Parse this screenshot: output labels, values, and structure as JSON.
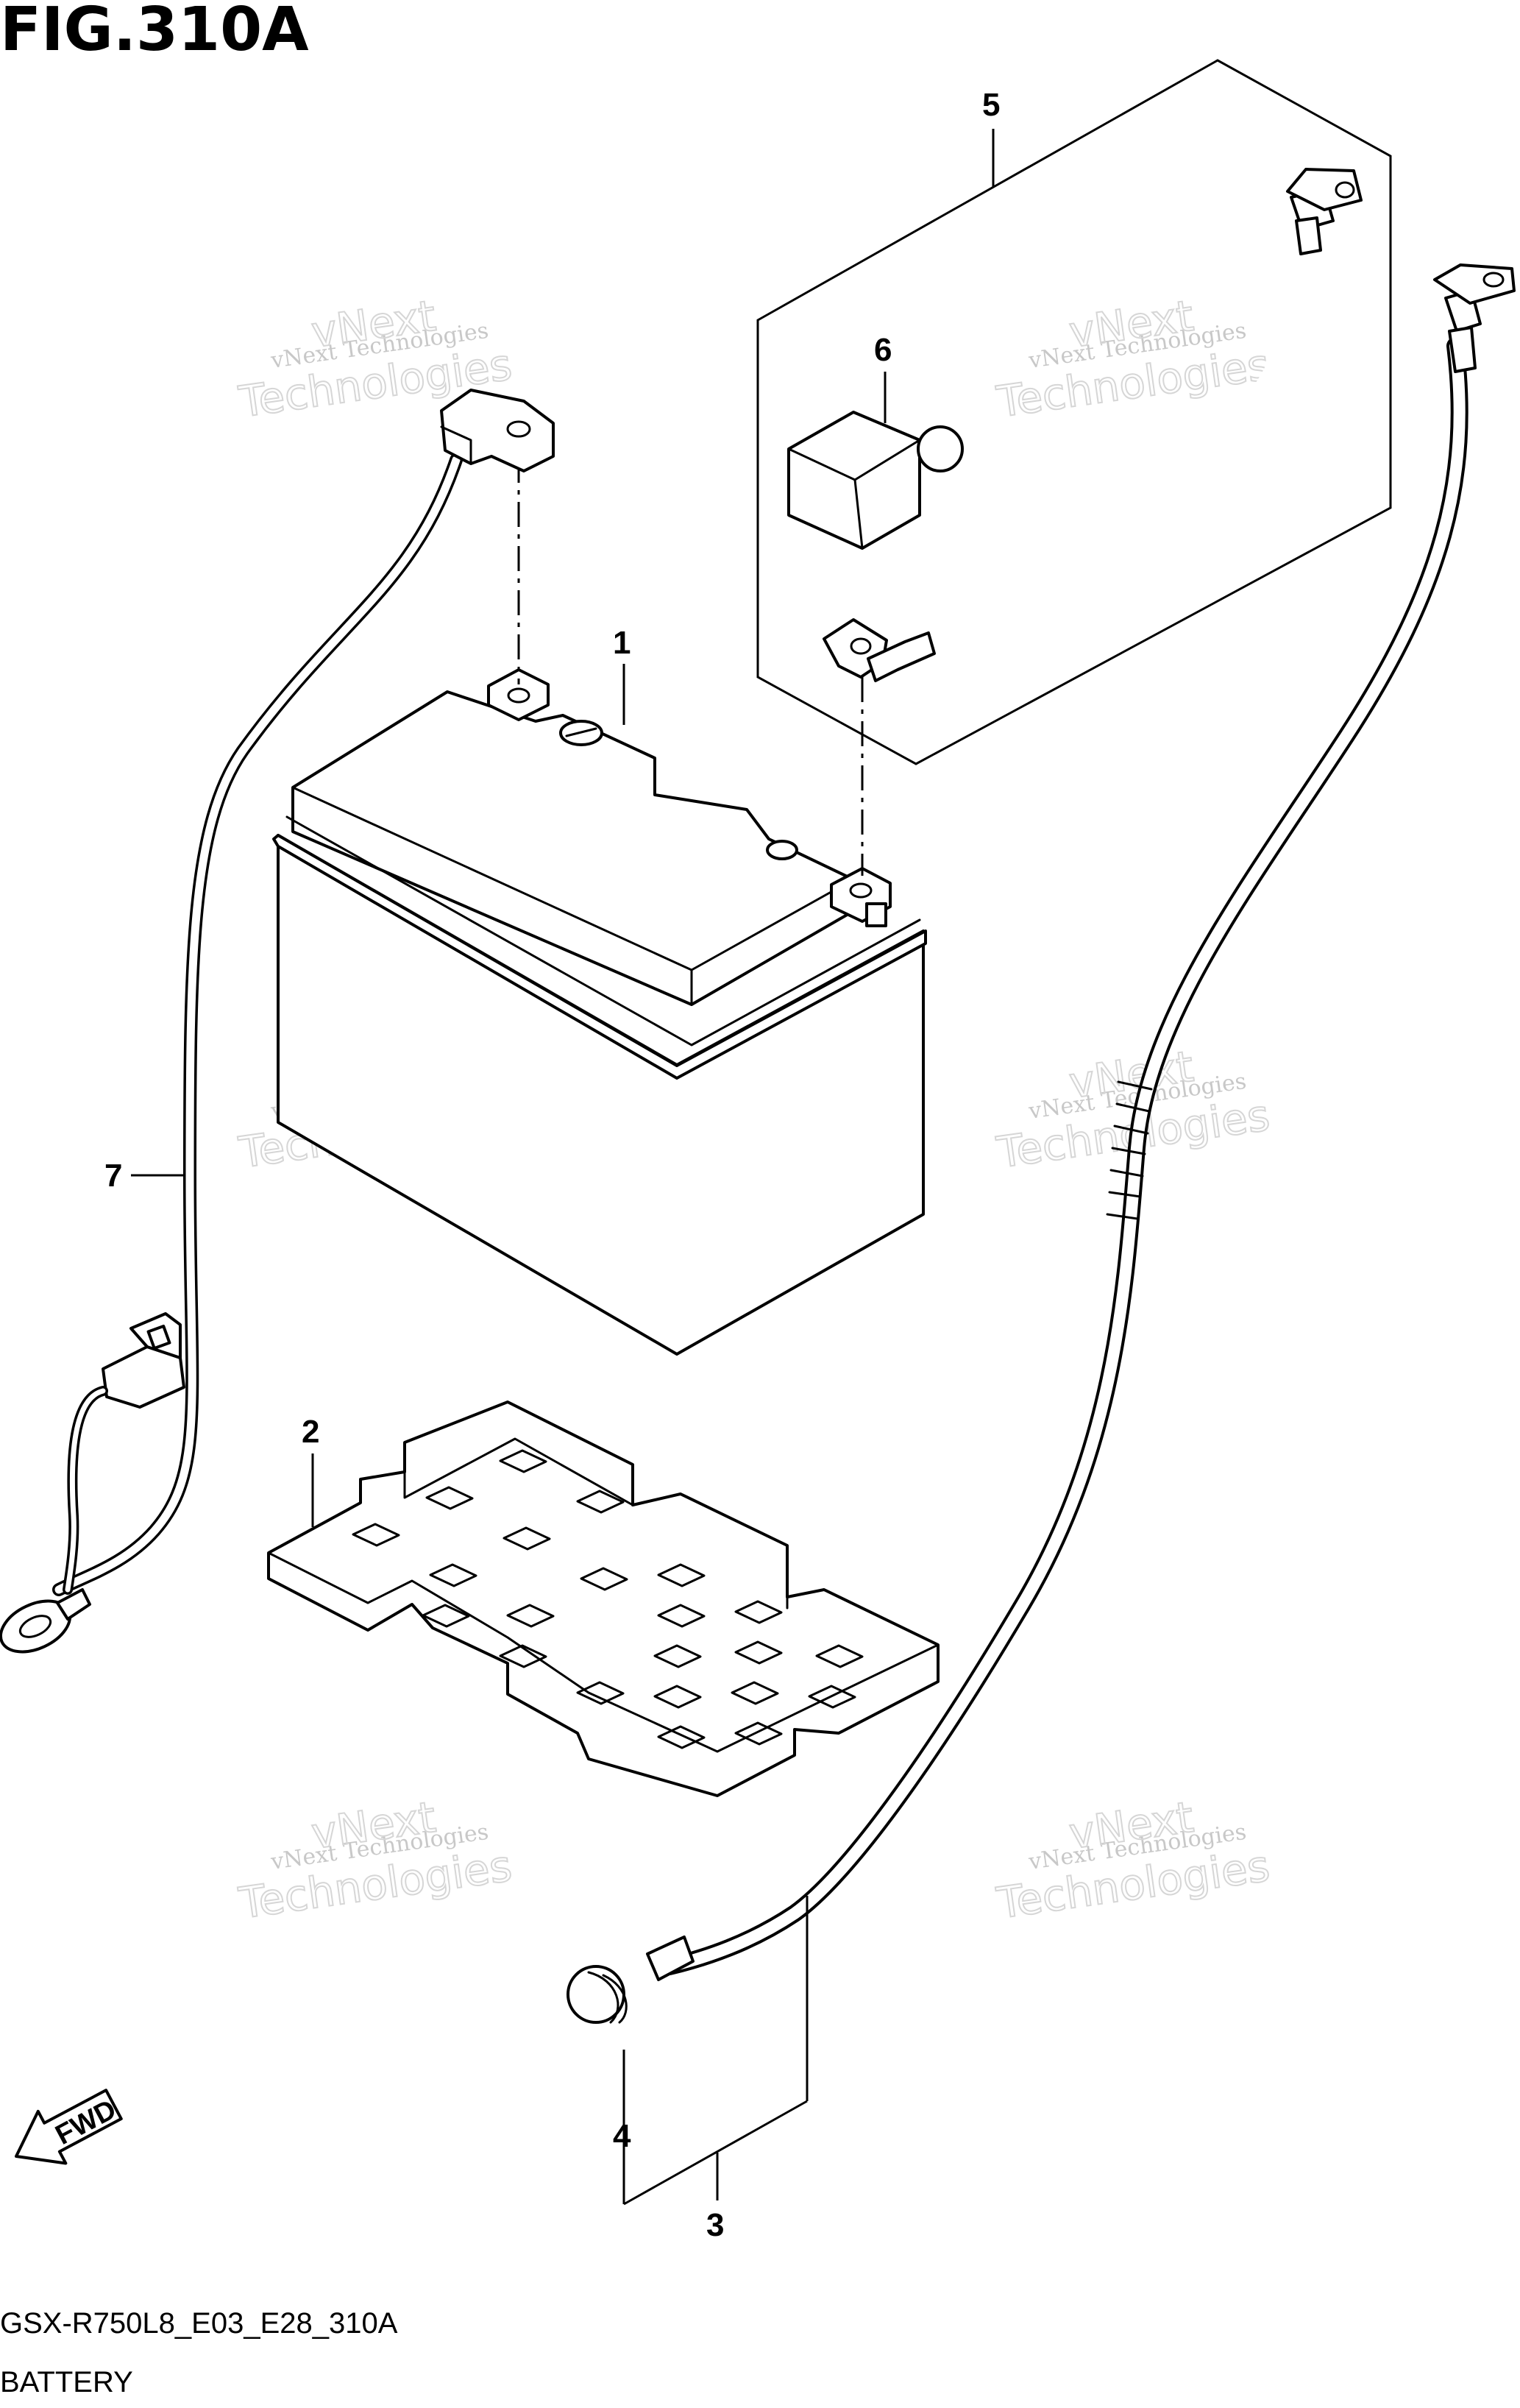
{
  "figure": {
    "title": "FIG.310A",
    "code": "GSX-R750L8_E03_E28_310A",
    "caption": "BATTERY"
  },
  "callouts": {
    "c1": "1",
    "c2": "2",
    "c3": "3",
    "c4": "4",
    "c5": "5",
    "c6": "6",
    "c7": "7"
  },
  "fwd_label": "FWD",
  "watermark": {
    "line1": "vNext Technologies",
    "line2": "vNext",
    "line3": "Technologies"
  }
}
